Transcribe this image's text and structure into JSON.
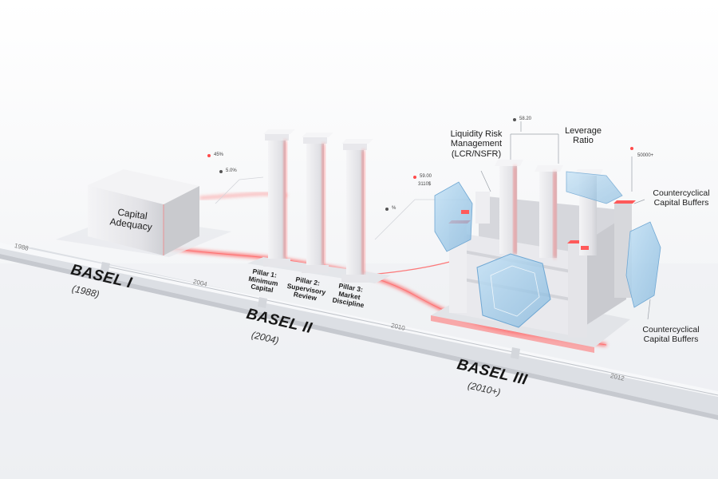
{
  "eras": [
    {
      "name": "BASEL I",
      "year": "(1988)"
    },
    {
      "name": "BASEL II",
      "year": "(2004)"
    },
    {
      "name": "BASEL III",
      "year": "(2010+)"
    }
  ],
  "timeline_years": [
    "1988",
    "2004",
    "2010",
    "2012"
  ],
  "basel1": {
    "block_label": "Capital Adequacy"
  },
  "basel2": {
    "pillars": [
      {
        "label": "Pillar 1: Minimum Capital"
      },
      {
        "label": "Pillar 2: Supervisory Review"
      },
      {
        "label": "Pillar 3: Market Discipline"
      }
    ]
  },
  "basel3": {
    "labels": {
      "liquidity": "Liquidity Risk Management (LCR/NSFR)",
      "leverage": "Leverage Ratio",
      "buffers_top": "Countercyclical Capital Buffers",
      "buffers_bottom": "Countercyclical Capital Buffers"
    }
  },
  "stats": [
    "45%",
    "5.0%",
    "59.00",
    "3110$",
    "%",
    "58.20",
    "50000+"
  ],
  "colors": {
    "accent": "#ff4a4a",
    "glass": "#9fcbea",
    "structure": "#e4e4e8"
  }
}
